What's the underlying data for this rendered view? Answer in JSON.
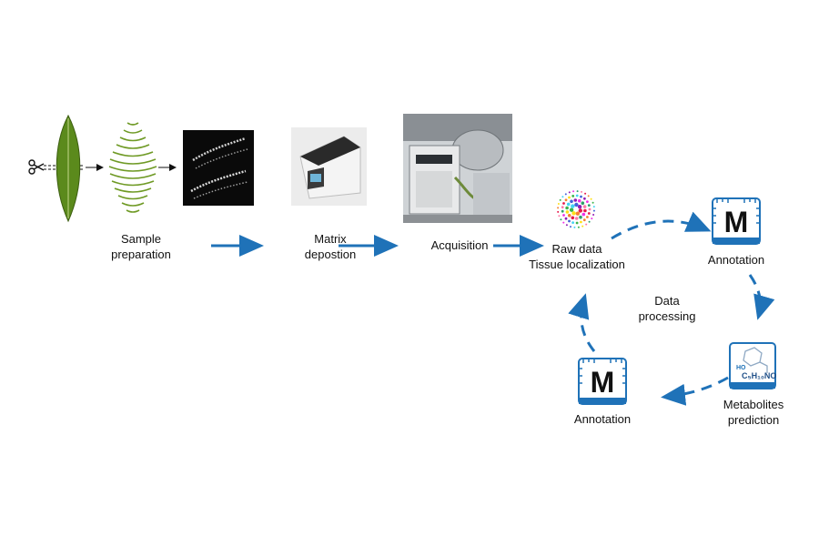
{
  "steps": {
    "sample_preparation": {
      "line1": "Sample",
      "line2": "preparation"
    },
    "matrix_deposition": {
      "line1": "Matrix",
      "line2": "depostion"
    },
    "acquisition": {
      "label": "Acquisition"
    },
    "raw_data": {
      "line1": "Raw data",
      "line2": "Tissue localization"
    }
  },
  "cycle": {
    "center": {
      "line1": "Data",
      "line2": "processing"
    },
    "annotation_top": {
      "label": "Annotation",
      "icon_letter": "M"
    },
    "metabolites_prediction": {
      "line1": "Metabolites",
      "line2": "prediction",
      "formula": "C₅H₁₀NO",
      "ho_label": "HO"
    },
    "annotation_bottom": {
      "label": "Annotation",
      "icon_letter": "M"
    }
  },
  "colors": {
    "arrow_blue": "#1f72b8",
    "leaf_green": "#5b8a1c",
    "icon_blue": "#1f72b8"
  },
  "icons": [
    "scissors-icon",
    "leaf-icon",
    "leaf-sections-icon",
    "tissue-image",
    "matrix-sprayer-photo",
    "mass-spectrometer-photo",
    "raw-data-burst-icon",
    "annotation-m-icon",
    "molecule-structure-icon"
  ]
}
